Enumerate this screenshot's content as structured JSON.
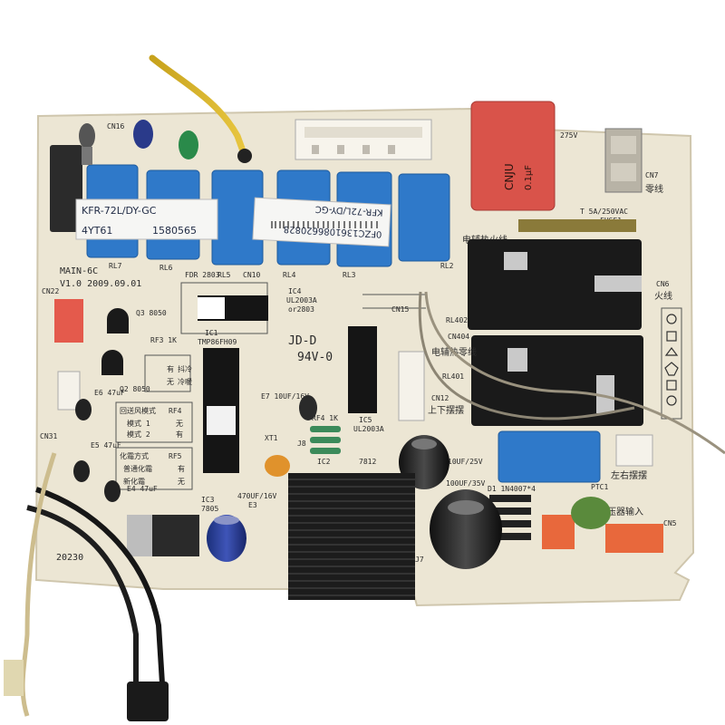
{
  "board": {
    "model": "MAIN-6C",
    "version": "V1.0 2009.09.01",
    "bottom_code": "20230",
    "board_color": "#ece6d4",
    "relay_color": "#2f79c9",
    "sticker_left": {
      "line1": "KFR-72L/DY-GC",
      "line2": "4YT61",
      "line3": "1580565"
    },
    "sticker_right": {
      "line1": "0FZC1361086620828",
      "line2": "KFR-72L/DY-GC"
    },
    "capacitor_top": {
      "line1": "CNJU",
      "line2": "0.1µF"
    },
    "rating_label": "275V",
    "fuse_label": "T 5A/250VAC",
    "fuse_name": "FUSE1",
    "relay_labels": [
      "RL7",
      "RL6",
      "RL5",
      "RL4",
      "RL3",
      "RL2"
    ],
    "rl402": "RL402",
    "rl401": "RL401",
    "ic1": {
      "name": "IC1",
      "part": "TMP86FH09"
    },
    "ic4": {
      "name": "IC4",
      "part": "UL2003A",
      "alt": "or2803"
    },
    "ic5": {
      "name": "IC5",
      "part": "UL2003A"
    },
    "ic2": {
      "name": "IC2",
      "part": "7812"
    },
    "ic3": {
      "name": "IC3",
      "part": "7805"
    },
    "cert": {
      "brand": "JD-D",
      "rating": "94V-0"
    },
    "connectors": {
      "cn16": "CN16",
      "cn22": "CN22",
      "cn7": "CN7",
      "cn7_label": "零线",
      "cn6": "CN6",
      "cn6_label": "火线",
      "cn404": "CN404",
      "cn12": "CN12",
      "cn12_label": "上下摆摆",
      "cn15": "CN15",
      "cn5": "CN5",
      "cn31": "CN31",
      "ptc": "PTC1",
      "lr_label": "左右摆摆",
      "transformer_label": "变压器输入",
      "heater_fire": "电辅热火线",
      "heater_zero": "电辅热零线"
    },
    "caps": {
      "e3": "E3",
      "e3_val": "470UF/16V",
      "e4": "E4 47uF",
      "e5": "E5 47uF",
      "e6": "E6 47uF",
      "e7": "E7 10UF/16V",
      "c_right1": "10UF/25V",
      "c_right2": "100UF/35V"
    },
    "misc": {
      "rf3": "RF3 1K",
      "rf4": "RF4",
      "rf5": "RF5",
      "q2": "Q2 8050",
      "q3": "Q3 8050",
      "d1": "D1 1N4007*4",
      "j8": "J8",
      "j7": "J7",
      "xt1": "XT1",
      "rf1k": "RF4 1K",
      "fdr": "FDR 2803",
      "cn10": "CN10"
    },
    "table_mode": {
      "title": "回送风模式",
      "rows": [
        [
          "模式 1",
          "无"
        ],
        [
          "模式 2",
          "有"
        ]
      ]
    },
    "table_defrost": {
      "title": "化霜方式",
      "rows": [
        [
          "普通化霜",
          "有"
        ],
        [
          "新化霜",
          "无"
        ]
      ]
    },
    "table_rf3": {
      "rows": [
        [
          "有",
          "抖冷"
        ],
        [
          "无",
          "冷暖"
        ]
      ]
    }
  }
}
